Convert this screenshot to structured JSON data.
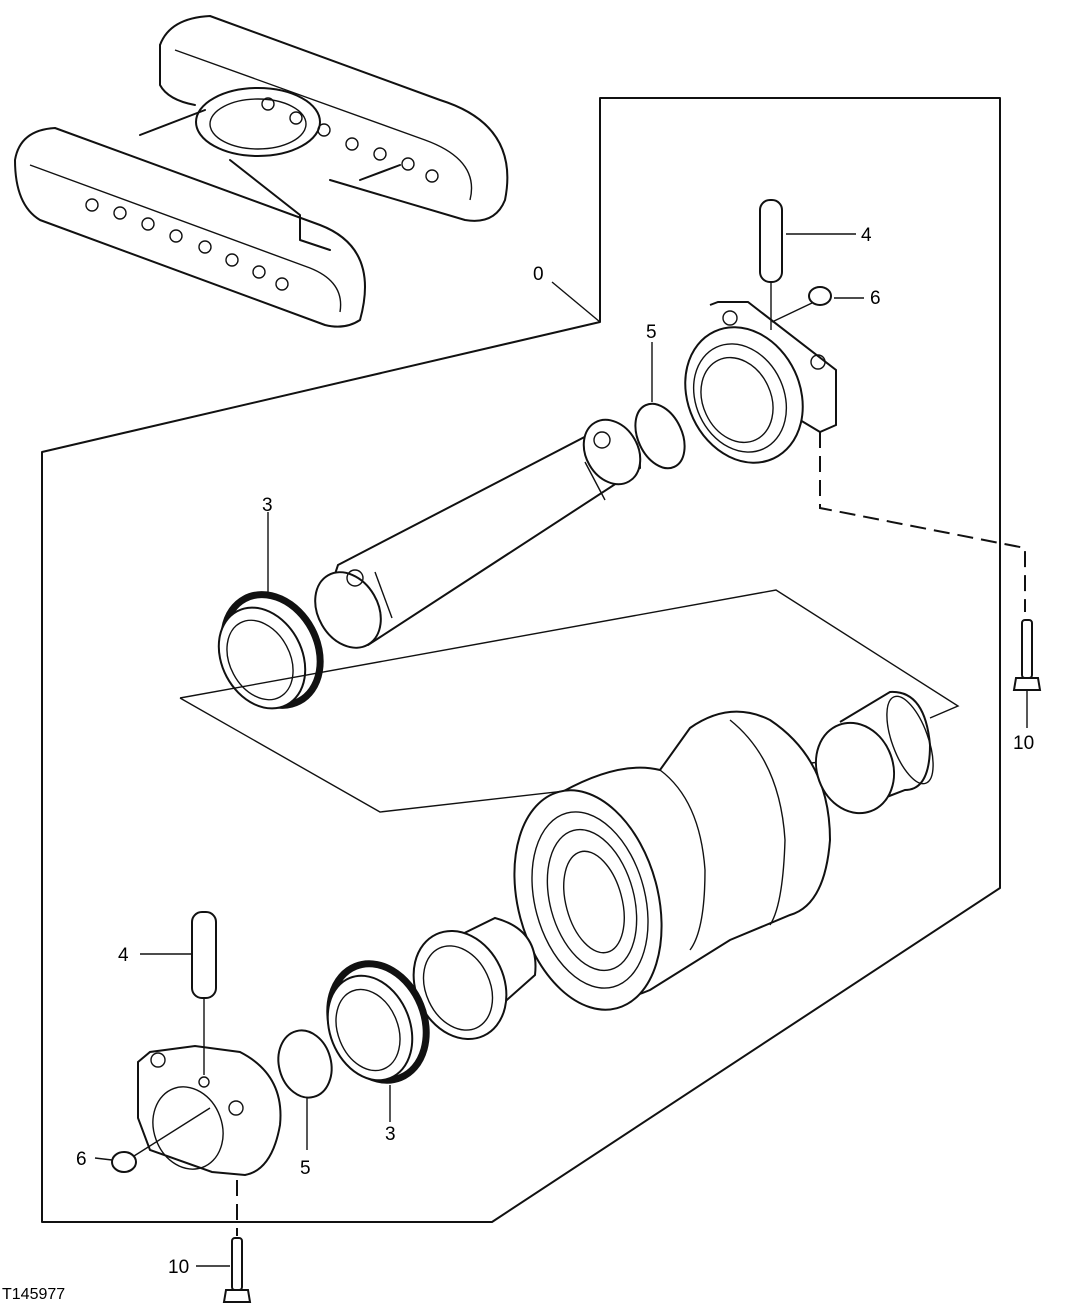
{
  "figure": {
    "reference_id": "T145977",
    "callouts": {
      "assembly": "0",
      "seal_upper": "3",
      "seal_lower": "3",
      "pin_upper": "4",
      "pin_lower": "4",
      "oring_upper": "5",
      "oring_lower": "5",
      "plug_upper": "6",
      "plug_lower": "6",
      "bolt_right": "10",
      "bolt_bottom": "10"
    }
  }
}
